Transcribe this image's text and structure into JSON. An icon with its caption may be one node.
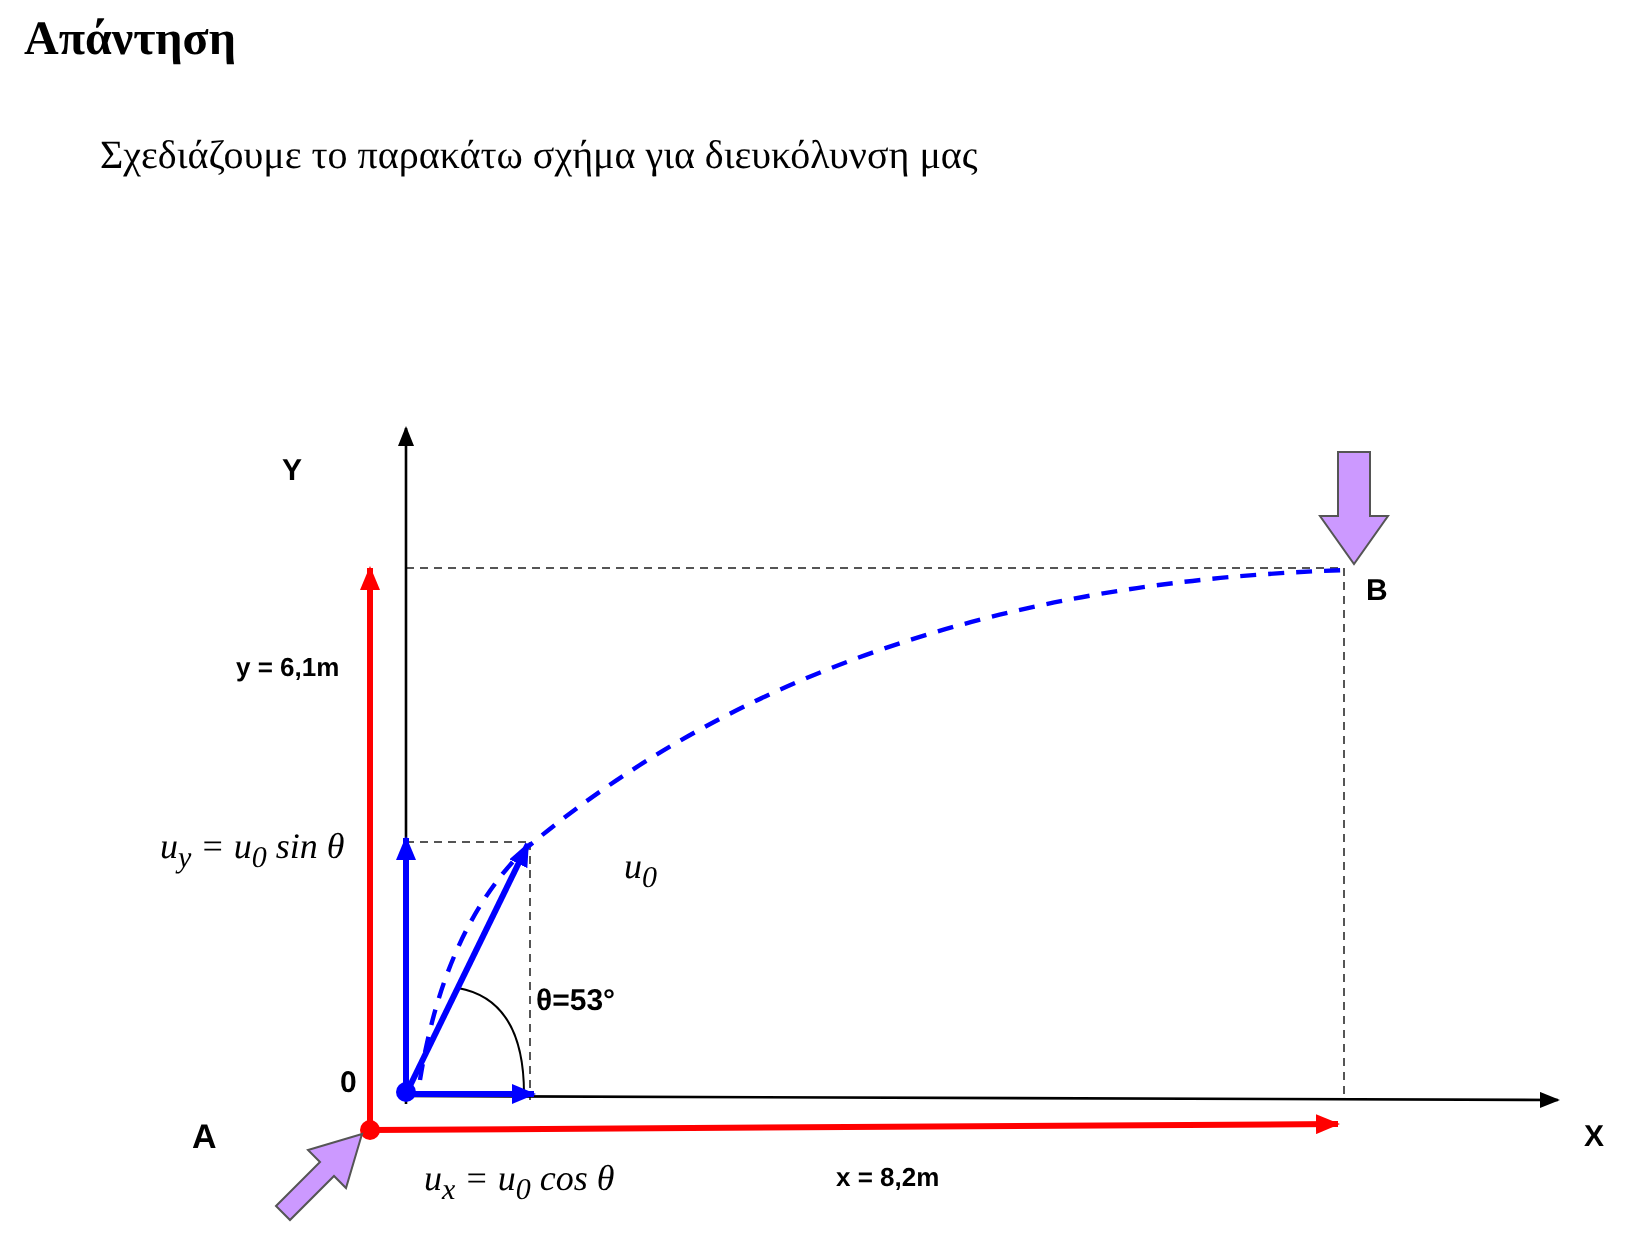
{
  "diagram": {
    "title": "Απάντηση",
    "labels": [
      "Σχεδιάζουμε το παρακάτω σχήμα για διευκόλυνση μας",
      "Y",
      "B",
      "y = 6,1m",
      "u$_{y}$ = u$_{0}$ sin θ",
      "u$_{0}$",
      "θ=53°",
      "0",
      "A",
      "X",
      "u$_{x}$ = u$_{0}$ cos θ",
      "x = 8,2m"
    ]
  }
}
